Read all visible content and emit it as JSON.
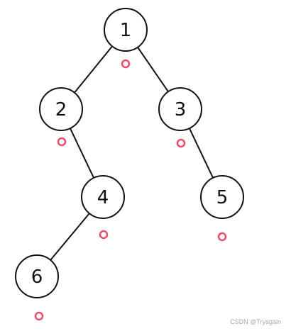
{
  "tree": {
    "edge_color": "#111111",
    "node_stroke_color": "#111111",
    "node_fill_color": "#ffffff",
    "marker_color": "#ee4b6a",
    "nodes": [
      {
        "id": "1",
        "label": "1",
        "has_marker": true
      },
      {
        "id": "2",
        "label": "2",
        "has_marker": true
      },
      {
        "id": "3",
        "label": "3",
        "has_marker": true
      },
      {
        "id": "4",
        "label": "4",
        "has_marker": true
      },
      {
        "id": "5",
        "label": "5",
        "has_marker": true
      },
      {
        "id": "6",
        "label": "6",
        "has_marker": true
      }
    ],
    "edges": [
      {
        "from": "1",
        "to": "2"
      },
      {
        "from": "1",
        "to": "3"
      },
      {
        "from": "2",
        "to": "4"
      },
      {
        "from": "3",
        "to": "5"
      },
      {
        "from": "4",
        "to": "6"
      }
    ]
  },
  "watermark": {
    "text": "CSDN @Tryagain"
  }
}
